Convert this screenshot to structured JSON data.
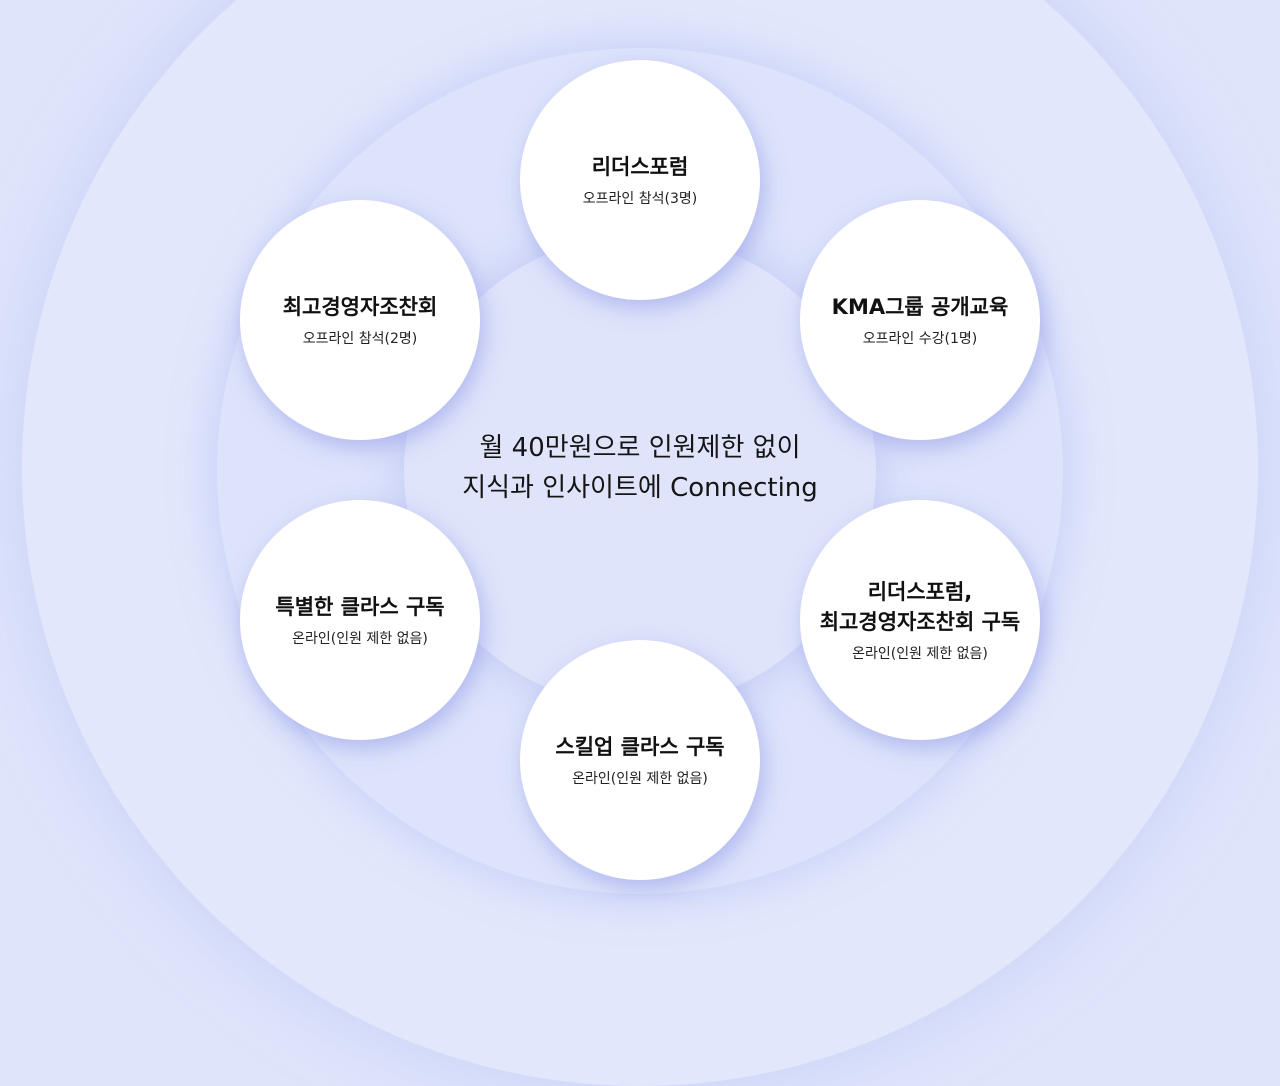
{
  "center": {
    "line1": "월 40만원으로 인원제한 없이",
    "line2": "지식과 인사이트에 Connecting"
  },
  "nodes": {
    "top": {
      "title": "리더스포럼",
      "subtitle": "오프라인 참석(3명)"
    },
    "top_right": {
      "title": "KMA그룹 공개교육",
      "subtitle": "오프라인 수강(1명)"
    },
    "top_left": {
      "title": "최고경영자조찬회",
      "subtitle": "오프라인 참석(2명)"
    },
    "bottom_right": {
      "title_line1": "리더스포럼,",
      "title_line2": "최고경영자조찬회 구독",
      "subtitle": "온라인(인원 제한 없음)"
    },
    "bottom_left": {
      "title": "특별한 클라스 구독",
      "subtitle": "온라인(인원 제한 없음)"
    },
    "bottom": {
      "title": "스킬업 클라스 구독",
      "subtitle": "온라인(인원 제한 없음)"
    }
  },
  "colors": {
    "background": "#dfe4fb",
    "node": "#ffffff",
    "text": "#111111"
  }
}
